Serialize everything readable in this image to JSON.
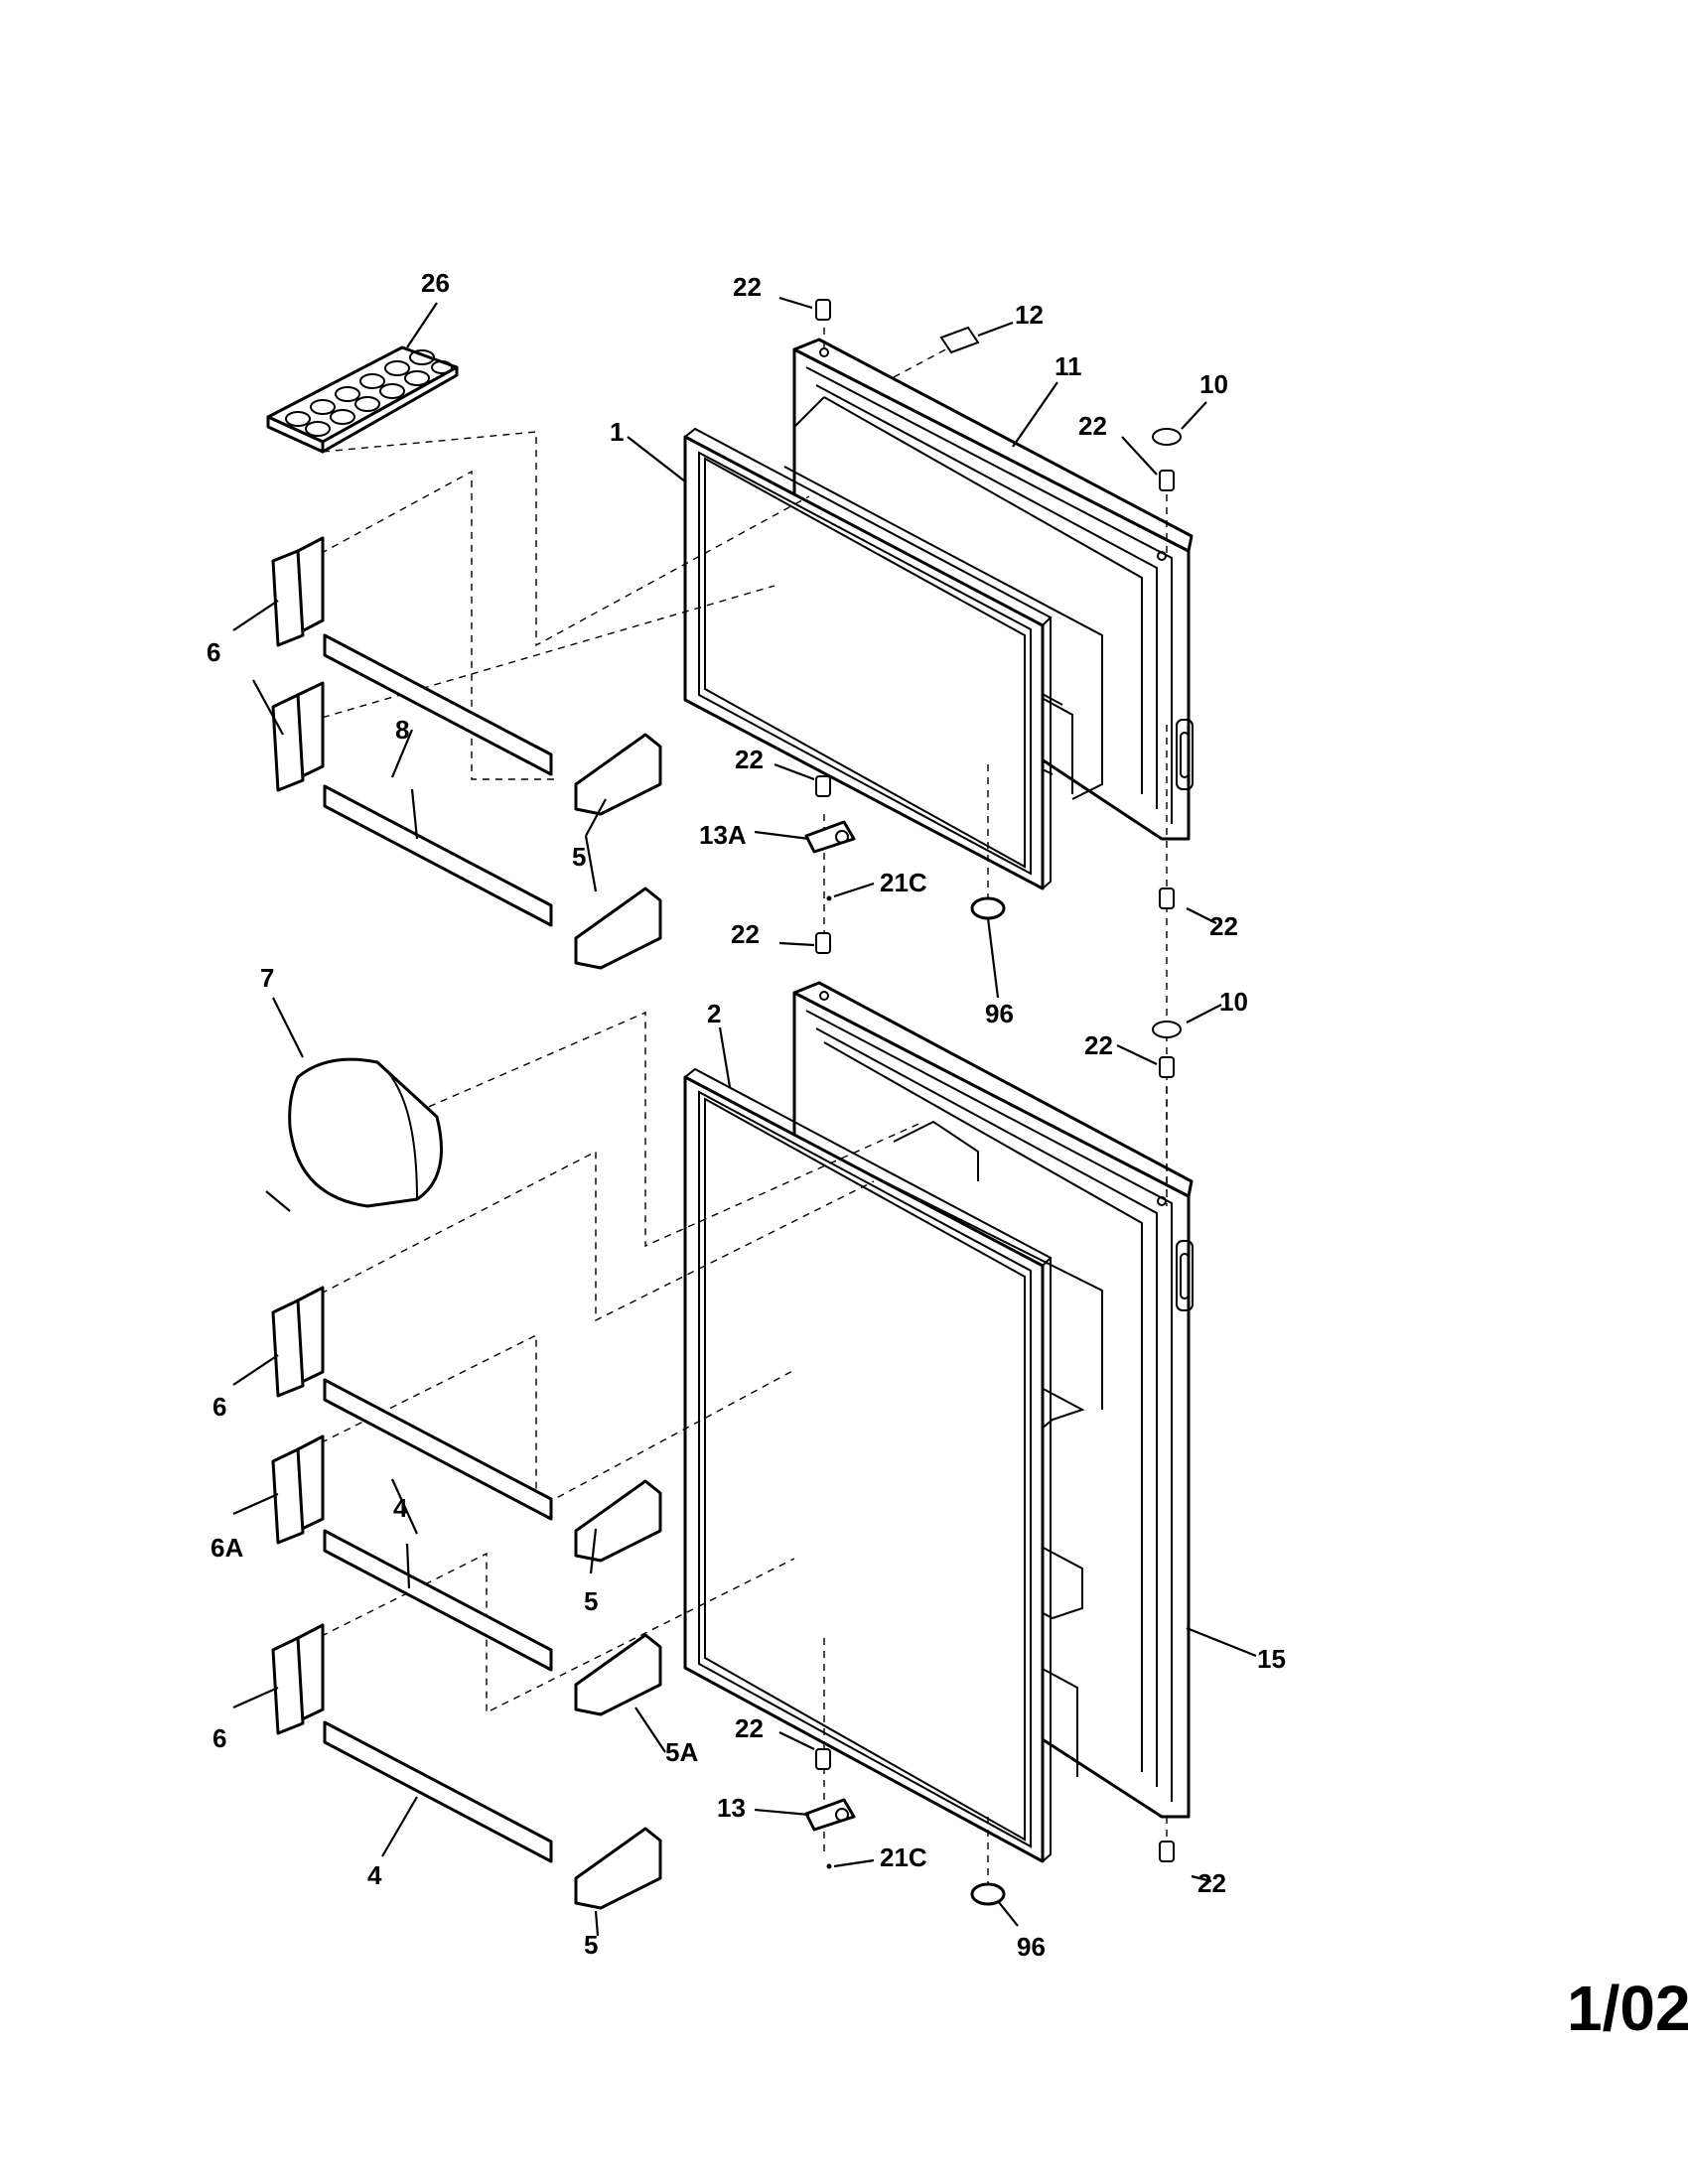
{
  "labels": {
    "l26": "26",
    "l22a": "22",
    "l12": "12",
    "l11": "11",
    "l10a": "10",
    "l22b": "22",
    "l1": "1",
    "l6a": "6",
    "l8": "8",
    "l22c": "22",
    "l13a": "13A",
    "l5a": "5",
    "l21ca": "21C",
    "l22d": "22",
    "l22e": "22",
    "l96a": "96",
    "l7": "7",
    "l2": "2",
    "l10b": "10",
    "l22f": "22",
    "l6b": "6",
    "l4a": "4",
    "l6ab": "6A",
    "l5b": "5",
    "l15": "15",
    "l6c": "6",
    "l5ab": "5A",
    "l22g": "22",
    "l13": "13",
    "l21cb": "21C",
    "l4b": "4",
    "l22h": "22",
    "l5c": "5",
    "l96b": "96"
  },
  "page_number": "1/02"
}
